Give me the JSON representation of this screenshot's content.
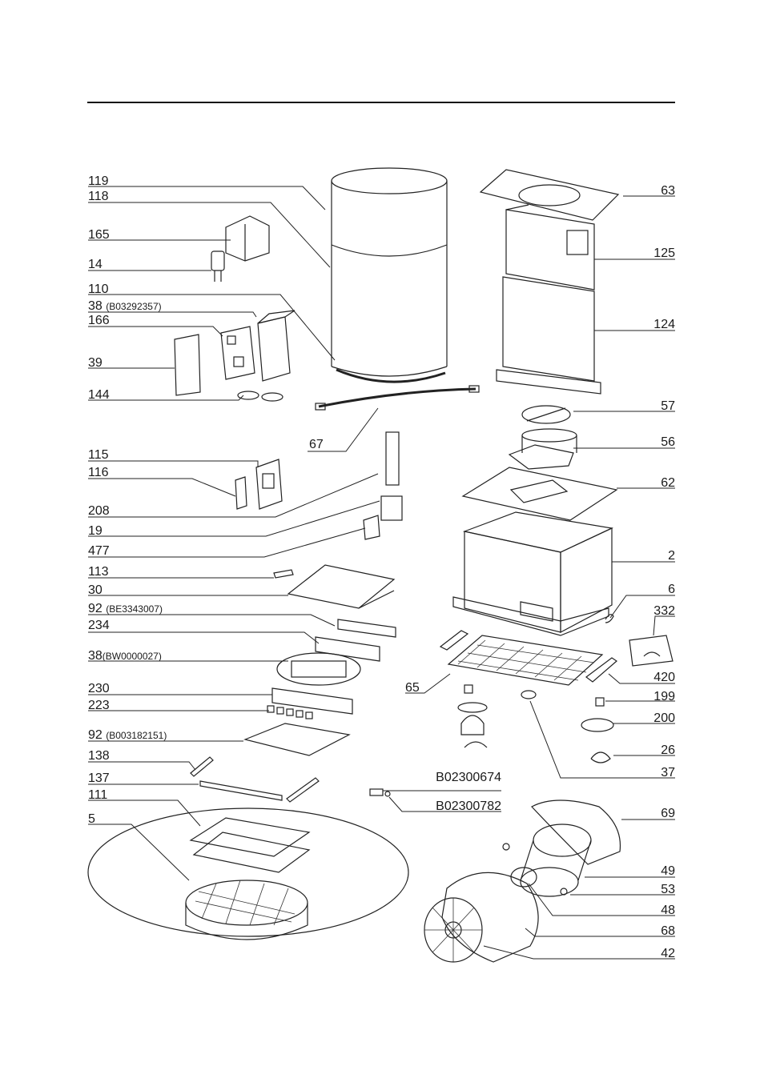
{
  "callouts": [
    {
      "id": "119",
      "text": "119"
    },
    {
      "id": "118",
      "text": "118"
    },
    {
      "id": "165",
      "text": "165"
    },
    {
      "id": "14",
      "text": "14"
    },
    {
      "id": "110",
      "text": "110"
    },
    {
      "id": "38a",
      "text": "38",
      "sub": "(B03292357)"
    },
    {
      "id": "166",
      "text": "166"
    },
    {
      "id": "39",
      "text": "39"
    },
    {
      "id": "144",
      "text": "144"
    },
    {
      "id": "67",
      "text": "67"
    },
    {
      "id": "115",
      "text": "115"
    },
    {
      "id": "116",
      "text": "116"
    },
    {
      "id": "208",
      "text": "208"
    },
    {
      "id": "19",
      "text": "19"
    },
    {
      "id": "477",
      "text": "477"
    },
    {
      "id": "113",
      "text": "113"
    },
    {
      "id": "30",
      "text": "30"
    },
    {
      "id": "92a",
      "text": "92",
      "sub": "(BE3343007)"
    },
    {
      "id": "234",
      "text": "234"
    },
    {
      "id": "38b",
      "text": "38",
      "sub": "(BW0000027)"
    },
    {
      "id": "230",
      "text": "230"
    },
    {
      "id": "223",
      "text": "223"
    },
    {
      "id": "92b",
      "text": "92",
      "sub": "(B003182151)"
    },
    {
      "id": "138",
      "text": "138"
    },
    {
      "id": "137",
      "text": "137"
    },
    {
      "id": "111",
      "text": "111"
    },
    {
      "id": "5",
      "text": "5"
    },
    {
      "id": "65",
      "text": "65"
    },
    {
      "id": "63",
      "text": "63"
    },
    {
      "id": "125",
      "text": "125"
    },
    {
      "id": "124",
      "text": "124"
    },
    {
      "id": "57",
      "text": "57"
    },
    {
      "id": "56",
      "text": "56"
    },
    {
      "id": "62",
      "text": "62"
    },
    {
      "id": "2",
      "text": "2"
    },
    {
      "id": "6",
      "text": "6"
    },
    {
      "id": "332",
      "text": "332"
    },
    {
      "id": "420",
      "text": "420"
    },
    {
      "id": "199",
      "text": "199"
    },
    {
      "id": "200",
      "text": "200"
    },
    {
      "id": "26",
      "text": "26"
    },
    {
      "id": "37",
      "text": "37"
    },
    {
      "id": "B02300674",
      "text": "B02300674"
    },
    {
      "id": "B02300782",
      "text": "B02300782"
    },
    {
      "id": "69",
      "text": "69"
    },
    {
      "id": "49",
      "text": "49"
    },
    {
      "id": "53",
      "text": "53"
    },
    {
      "id": "48",
      "text": "48"
    },
    {
      "id": "68",
      "text": "68"
    },
    {
      "id": "42",
      "text": "42"
    }
  ]
}
